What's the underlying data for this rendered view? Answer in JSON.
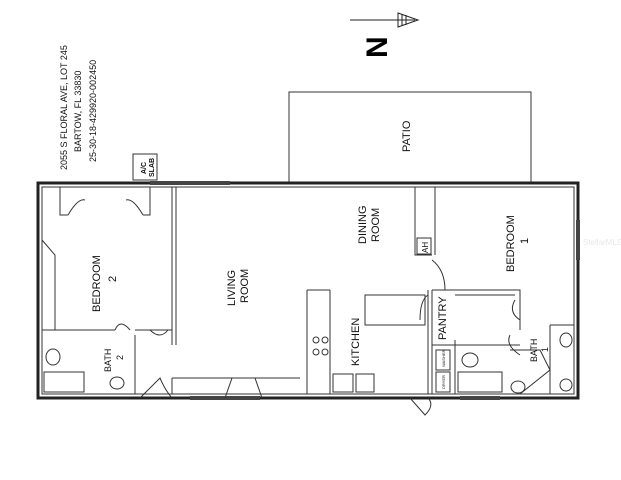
{
  "address": {
    "line1": "2055 S FLORAL AVE, LOT 245",
    "line2": "BARTOW, FL 33830",
    "line3": "25-30-18-429920-002450"
  },
  "north_label": "N",
  "watermark": "StellarMLS",
  "rooms": {
    "patio": "PATIO",
    "ac_slab_1": "A/C",
    "ac_slab_2": "SLAB",
    "bedroom2_1": "BEDROOM",
    "bedroom2_2": "2",
    "living_1": "LIVING",
    "living_2": "ROOM",
    "dining_1": "DINING",
    "dining_2": "ROOM",
    "bedroom1_1": "BEDROOM",
    "bedroom1_2": "1",
    "kitchen": "KITCHEN",
    "pantry": "PANTRY",
    "bath2_1": "BATH",
    "bath2_2": "2",
    "bath1_1": "BATH",
    "bath1_2": "1",
    "ah": "AH",
    "washer": "WASHER",
    "dryer": "DRYER"
  }
}
